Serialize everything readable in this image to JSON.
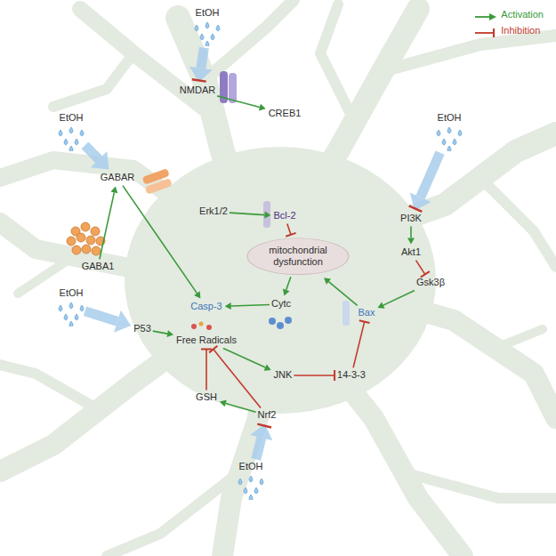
{
  "diagram": {
    "nodes": [
      {
        "text": [
          "EtOH"
        ]
      },
      {
        "text": [
          "EtOH"
        ]
      },
      {
        "text": [
          "EtOH"
        ]
      },
      {
        "text": [
          "NMDAR"
        ]
      },
      {
        "text": [
          "CREB1"
        ]
      },
      {
        "text": [
          "GABAR"
        ]
      },
      {
        "text": [
          "Erk1/2"
        ]
      },
      {
        "text": [
          "Bcl-2"
        ]
      },
      {
        "text": [
          "PI3K"
        ]
      },
      {
        "text": [
          "GABA1"
        ]
      },
      {
        "text": [
          "mitochondrial dysfunction"
        ]
      },
      {
        "text": [
          "Akt1"
        ]
      },
      {
        "text": [
          "Gsk3β"
        ]
      },
      {
        "text": [
          "Casp-3"
        ]
      },
      {
        "text": [
          "Cytc"
        ]
      },
      {
        "text": [
          "Bax"
        ]
      },
      {
        "text": [
          "P53"
        ]
      },
      {
        "text": [
          "Free Radicals"
        ]
      },
      {
        "text": [
          "JNK"
        ]
      },
      {
        "text": [
          "14-3-3"
        ]
      },
      {
        "text": [
          "EtOH"
        ]
      },
      {
        "text": [
          "GSH"
        ]
      },
      {
        "text": [
          "Nrf2"
        ]
      },
      {
        "text": [
          "EtOH"
        ]
      }
    ],
    "edges": [
      {
        "from": 0,
        "to": 3,
        "arrow": "to"
      },
      {
        "from": 3,
        "to": 4,
        "arrow": "to"
      },
      {
        "from": 1,
        "to": 5,
        "arrow": "to"
      },
      {
        "from": 9,
        "to": 5,
        "arrow": "to"
      },
      {
        "from": 5,
        "to": 13,
        "arrow": "to"
      },
      {
        "from": 6,
        "to": 7,
        "arrow": "to"
      },
      {
        "from": 7,
        "to": 10,
        "arrow": "to"
      },
      {
        "from": 2,
        "to": 8,
        "arrow": "to"
      },
      {
        "from": 8,
        "to": 11,
        "arrow": "to"
      },
      {
        "from": 11,
        "to": 12,
        "arrow": "to"
      },
      {
        "from": 12,
        "to": 15,
        "arrow": "to"
      },
      {
        "from": 15,
        "to": 10,
        "arrow": "to"
      },
      {
        "from": 10,
        "to": 14,
        "arrow": "to"
      },
      {
        "from": 14,
        "to": 13,
        "arrow": "to"
      },
      {
        "from": 20,
        "to": 16,
        "arrow": "to"
      },
      {
        "from": 16,
        "to": 17,
        "arrow": "to"
      },
      {
        "from": 17,
        "to": 18,
        "arrow": "to"
      },
      {
        "from": 18,
        "to": 19,
        "arrow": "to"
      },
      {
        "from": 19,
        "to": 15,
        "arrow": "to"
      },
      {
        "from": 21,
        "to": 17,
        "arrow": "to"
      },
      {
        "from": 22,
        "to": 21,
        "arrow": "to"
      },
      {
        "from": 22,
        "to": 17,
        "arrow": "to"
      },
      {
        "from": 23,
        "to": 22,
        "arrow": "to"
      }
    ],
    "legend": [
      {
        "text": "Activation"
      },
      {
        "text": "Inhibition"
      }
    ]
  }
}
